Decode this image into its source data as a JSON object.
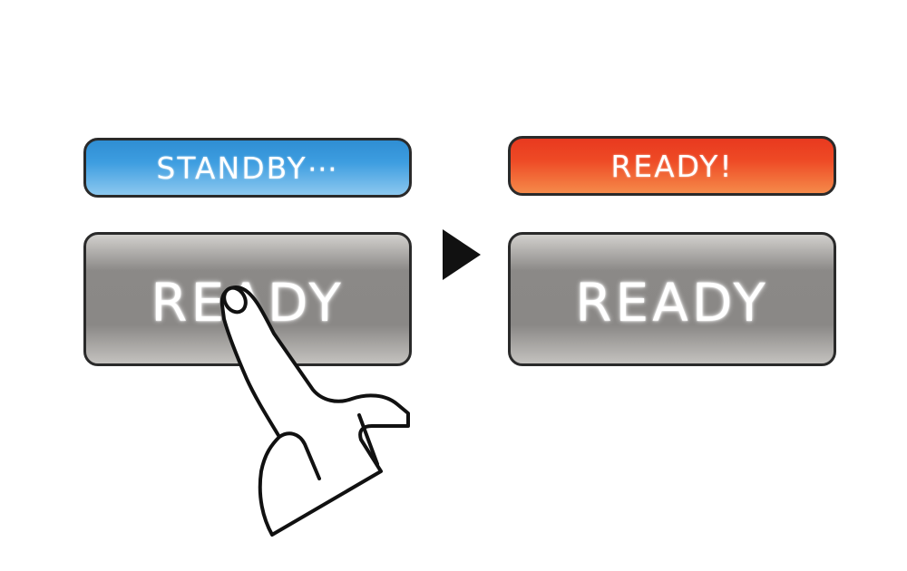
{
  "before": {
    "status_label": "STANDBY⋯",
    "button_label": "READY"
  },
  "after": {
    "status_label": "READY!",
    "button_label": "READY"
  },
  "colors": {
    "standby_blue": "#3d9de0",
    "ready_red": "#ee4a25",
    "button_gray": "#8a8886",
    "outline": "#2a2a2a"
  },
  "icons": {
    "transition": "play-arrow-icon",
    "pointer": "pointing-hand-icon"
  }
}
